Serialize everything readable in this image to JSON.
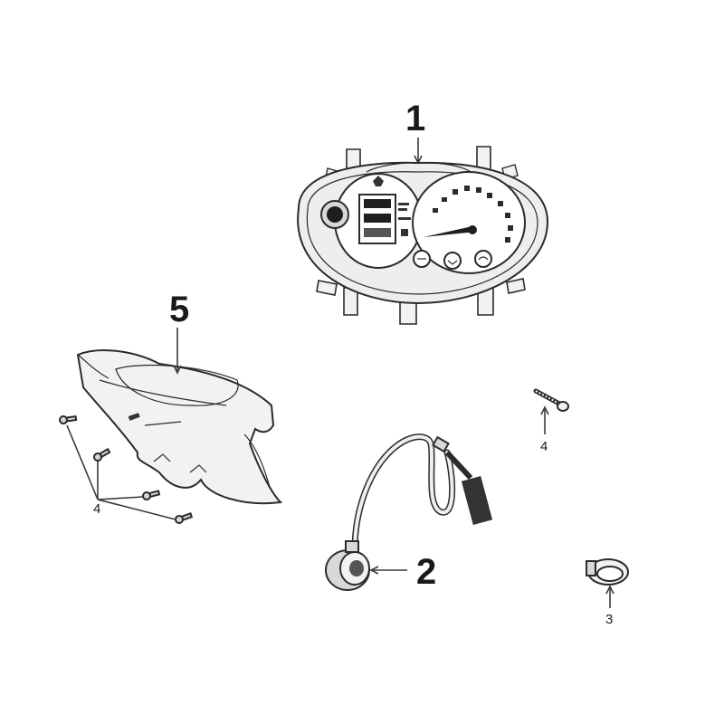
{
  "callouts": {
    "instrument_panel": "1",
    "speedo_cable": "2",
    "clip": "3",
    "screw_right": "4",
    "screw_left": "4",
    "front_cover": "5"
  },
  "colors": {
    "line": "#2b2b2b",
    "part_fill": "#f2f2f2",
    "shade": "#d8d8d8",
    "dark": "#1e1e1e"
  }
}
